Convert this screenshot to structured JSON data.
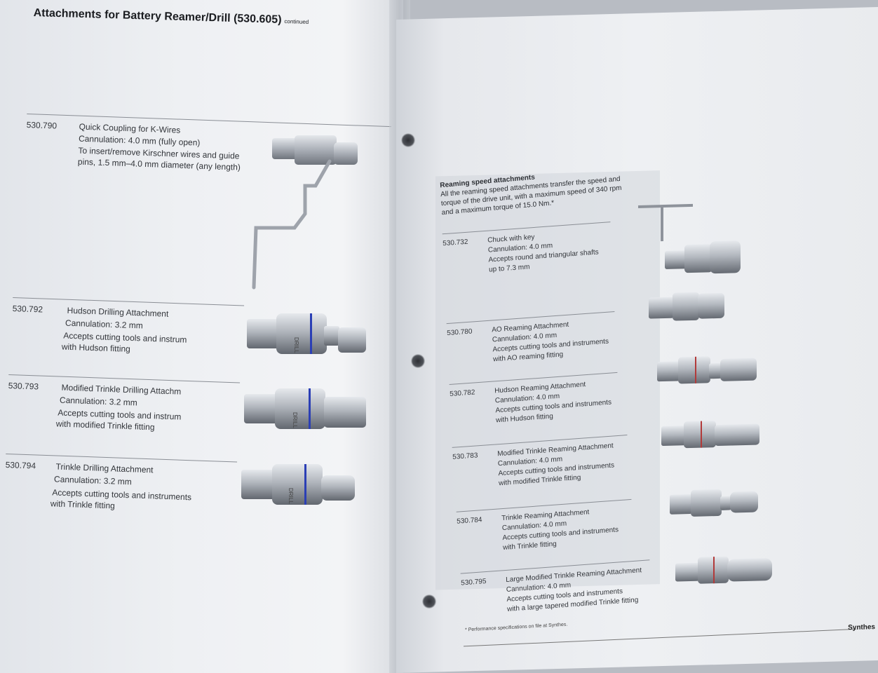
{
  "left_page": {
    "title": "Attachments for Battery Reamer/Drill (530.605)",
    "continued": "continued",
    "entries": [
      {
        "code": "530.790",
        "lines": [
          "Quick Coupling for K-Wires",
          "Cannulation: 4.0 mm (fully open)",
          "To insert/remove Kirschner wires and guide",
          "pins, 1.5 mm–4.0 mm diameter (any length)"
        ]
      },
      {
        "code": "530.792",
        "lines": [
          "Hudson Drilling Attachment",
          "Cannulation: 3.2 mm",
          "Accepts cutting tools and instrum",
          "with Hudson fitting"
        ]
      },
      {
        "code": "530.793",
        "lines": [
          "Modified Trinkle Drilling Attachm",
          "Cannulation: 3.2 mm",
          "Accepts cutting tools and instrum",
          "with modified Trinkle fitting"
        ]
      },
      {
        "code": "530.794",
        "lines": [
          "Trinkle Drilling Attachment",
          "Cannulation: 3.2 mm",
          "Accepts cutting tools and instruments",
          "with Trinkle fitting"
        ]
      }
    ],
    "device_label": "DRILL"
  },
  "right_page": {
    "section_title": "Reaming speed attachments",
    "section_lines": [
      "All the reaming speed attachments transfer the speed and",
      "torque of the drive unit, with a maximum speed of 340 rpm",
      "and a maximum torque of 15.0 Nm.*"
    ],
    "entries": [
      {
        "code": "530.732",
        "lines": [
          "Chuck with key",
          "Cannulation: 4.0 mm",
          "Accepts round and triangular shafts",
          "up to 7.3 mm"
        ]
      },
      {
        "code": "530.780",
        "lines": [
          "AO Reaming Attachment",
          "Cannulation: 4.0 mm",
          "Accepts cutting tools and instruments",
          "with AO reaming fitting"
        ]
      },
      {
        "code": "530.782",
        "lines": [
          "Hudson Reaming Attachment",
          "Cannulation: 4.0 mm",
          "Accepts cutting tools and instruments",
          "with Hudson fitting"
        ]
      },
      {
        "code": "530.783",
        "lines": [
          "Modified Trinkle Reaming Attachment",
          "Cannulation: 4.0 mm",
          "Accepts cutting tools and instruments",
          "with modified Trinkle fitting"
        ]
      },
      {
        "code": "530.784",
        "lines": [
          "Trinkle Reaming Attachment",
          "Cannulation: 4.0 mm",
          "Accepts cutting tools and instruments",
          "with Trinkle fitting"
        ]
      },
      {
        "code": "530.795",
        "lines": [
          "Large Modified Trinkle Reaming Attachment",
          "Cannulation: 4.0 mm",
          "Accepts cutting tools and instruments",
          "with a large tapered modified Trinkle fitting"
        ]
      }
    ],
    "footnote": "* Performance specifications on file at Synthes.",
    "brand": "Synthes"
  },
  "colors": {
    "paper": "#eef0f3",
    "metal": "#b9bec6",
    "metal_dark": "#6b7078",
    "ring_blue": "#2b3fb5",
    "ring_red": "#b23a3a"
  }
}
